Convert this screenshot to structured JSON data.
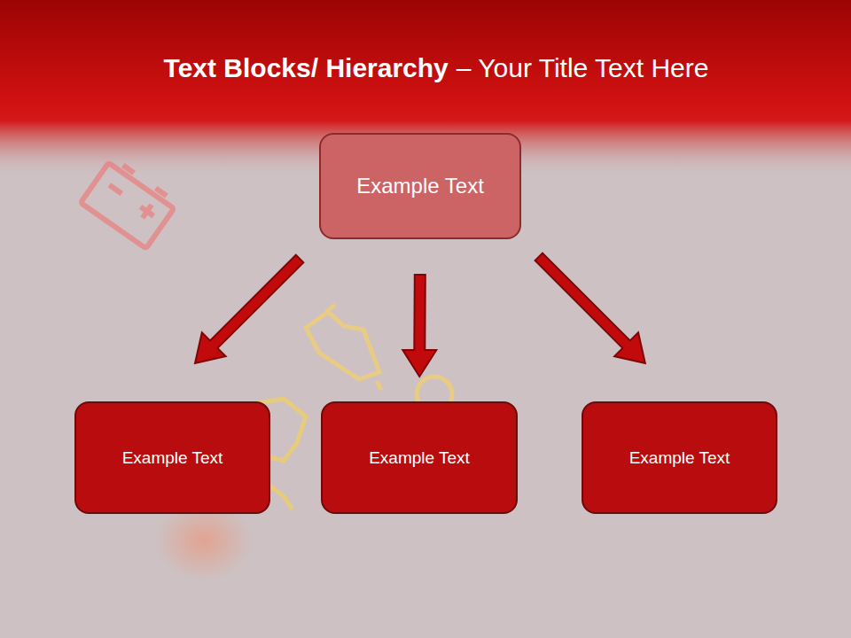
{
  "diagram": {
    "title": "Text Blocks/ Hierarchy",
    "nodes": [
      {
        "text": [
          "Example Text"
        ]
      },
      {
        "text": [
          "Example Text"
        ]
      },
      {
        "text": [
          "Example Text"
        ]
      },
      {
        "text": [
          "Example Text"
        ]
      }
    ],
    "edges": [
      {
        "from": 0,
        "to": 1,
        "arrow": "to"
      },
      {
        "from": 0,
        "to": 2,
        "arrow": "to"
      },
      {
        "from": 0,
        "to": 3,
        "arrow": "to"
      }
    ],
    "labels": [
      "– Your Title Text Here"
    ]
  }
}
